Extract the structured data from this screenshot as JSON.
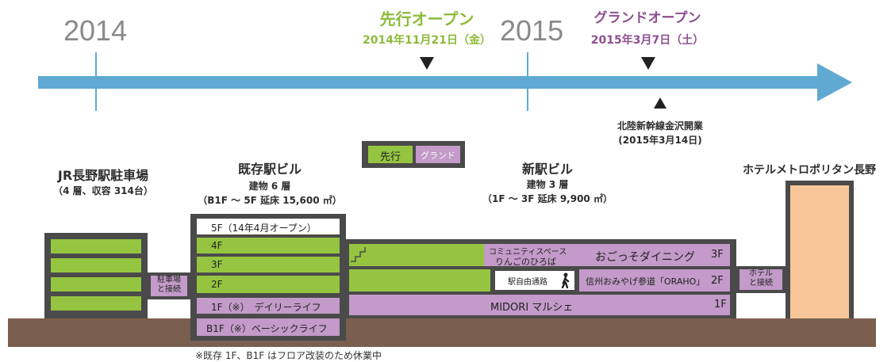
{
  "timeline": {
    "year_start": "2014",
    "year_end": "2015",
    "pre_open_title": "先行オープン",
    "pre_open_date": "2014年11月21日（金）",
    "grand_open_title": "グランドオープン",
    "grand_open_date": "2015年3月7日（土）",
    "shinkansen_title": "北陸新幹線金沢開業",
    "shinkansen_date": "(2015年3月14日)"
  },
  "legend": {
    "pre_label": "先行",
    "grand_label": "グランド"
  },
  "buildings": {
    "parking": {
      "title": "JR長野駅駐車場",
      "subtitle": "（4 層、収容 314台）",
      "connector": "駐車場\nと接続"
    },
    "existing": {
      "title": "既存駅ビル",
      "sub1": "建物 6 層",
      "sub2": "（B1F ～ 5F 延床 15,600 ㎡）",
      "floors": [
        {
          "label": "5F（14年4月オープン）",
          "status": "none"
        },
        {
          "label": "4F",
          "status": "pre"
        },
        {
          "label": "3F",
          "status": "pre"
        },
        {
          "label": "2F",
          "status": "pre"
        },
        {
          "label": "1F（※）　デイリーライフ",
          "status": "grand"
        },
        {
          "label": "B1F（※）ベーシックライフ",
          "status": "grand"
        }
      ]
    },
    "new": {
      "title": "新駅ビル",
      "sub1": "建物 3 層",
      "sub2": "（1F ～ 3F 延床 9,900 ㎡）",
      "floor3_a": "コミュニティスペース",
      "floor3_b": "りんごのひろば",
      "floor3_name": "おごっそダイニング",
      "floor3_label": "3F",
      "passage": "駅自由通路",
      "floor2_name": "信州おみやげ参道「ORAHO」",
      "floor2_label": "2F",
      "floor1_name": "MIDORI マルシェ",
      "floor1_label": "1F",
      "hotel_connector": "ホテル\nと接続"
    },
    "hotel": {
      "title": "ホテルメトロポリタン長野"
    }
  },
  "footnote": "※既存 1F、B1F はフロア改装のため休業中",
  "colors": {
    "arrow": "#5fa9d3",
    "pre_green": "#95c540",
    "grand_purple": "#c39ac9",
    "ground": "#7a5f4e",
    "hotel_orange": "#f7c79a",
    "frame": "#4a4a4a"
  }
}
